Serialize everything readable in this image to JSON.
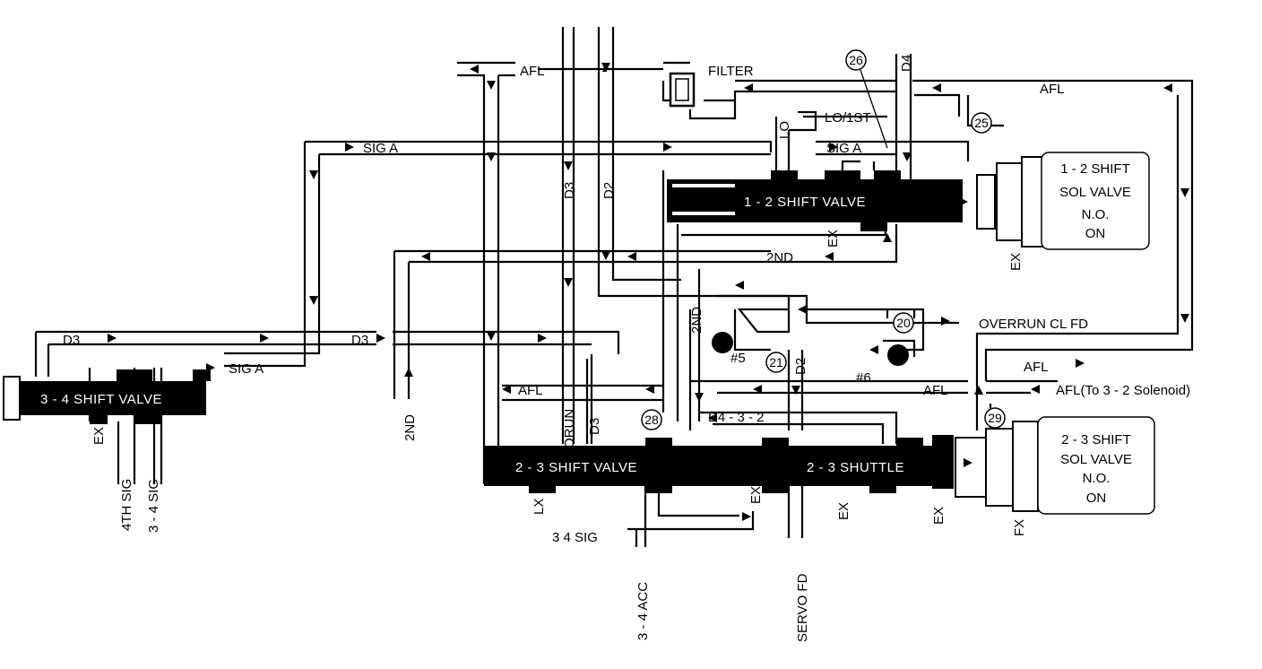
{
  "diagram": {
    "labels": {
      "afl_top": "AFL",
      "filter": "FILTER",
      "d4": "D4",
      "afl_upper_right": "AFL",
      "lo_1st": "LO/1ST",
      "lo": "LO",
      "sig_a_top": "SIG A",
      "sig_a_mid": "SIG A",
      "sig_a_left": "SIG A",
      "d3_vertical": "D3",
      "d2_vertical": "D2",
      "second_mid": "2ND",
      "second_vertical": "2ND",
      "second_left_vertical": "2ND",
      "d3_left": "D3",
      "d3_mid": "D3",
      "overrun_cl_fd": "OVERRUN CL FD",
      "afl_mid_left": "AFL",
      "afl_right_mid": "AFL",
      "afl_right": "AFL",
      "afl_to_32": "AFL(To 3 - 2 Solenoid)",
      "d4_3_2": "D4 - 3 - 2",
      "orun": "ORUN",
      "d3_lower": "D3",
      "d2_lower": "D2",
      "ex_12": "EX",
      "ex_12_right": "EX",
      "ex_34": "EX",
      "fourth_sig": "4TH SIG",
      "sig_34": "3 - 4 SIG",
      "lx": "LX",
      "sig_34_bottom": "3    4 SIG",
      "acc_34": "3 - 4 ACC",
      "ex_23a": "EX",
      "servo_fd": "SERVO FD",
      "ex_23b": "EX",
      "ex_23c": "EX",
      "fx_23": "FX",
      "check_5": "#5",
      "check_6": "#6"
    },
    "valves": {
      "v12": "1 - 2 SHIFT VALVE",
      "v34": "3 - 4 SHIFT VALVE",
      "v23": "2 - 3 SHIFT VALVE",
      "shuttle": "2 - 3 SHUTTLE"
    },
    "solenoids": {
      "sol12": [
        "1 - 2 SHIFT",
        "SOL VALVE",
        "N.O.",
        "ON"
      ],
      "sol23": [
        "2 - 3 SHIFT",
        "SOL VALVE",
        "N.O.",
        "ON"
      ]
    },
    "callouts": {
      "c25": "25",
      "c26": "26",
      "c20": "20",
      "c21": "21",
      "c28": "28",
      "c29": "29"
    }
  }
}
